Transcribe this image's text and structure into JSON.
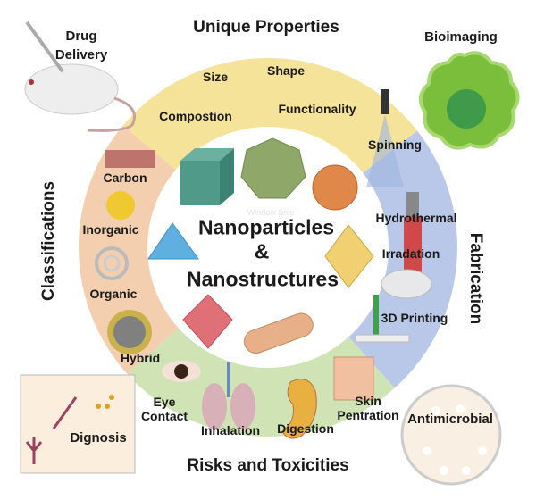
{
  "title": {
    "line1": "Nanoparticles",
    "line2": "&",
    "line3": "Nanostructures"
  },
  "sections": {
    "properties": {
      "heading": "Unique Properties",
      "color": "#f5e39a",
      "items": [
        "Size",
        "Shape",
        "Compostion",
        "Functionality"
      ]
    },
    "fabrication": {
      "heading": "Fabrication",
      "color": "#b9c8e8",
      "items": [
        "Spinning",
        "Hydrothermal",
        "Irradation",
        "3D Printing"
      ]
    },
    "risks": {
      "heading": "Risks and Toxicities",
      "color": "#cfe3b4",
      "items": [
        "Eye Contact",
        "Inhalation",
        "Digestion",
        "Skin Pentration"
      ]
    },
    "classifications": {
      "heading": "Classifications",
      "color": "#f3cfb0",
      "items": [
        "Carbon",
        "Inorganic",
        "Organic",
        "Hybrid"
      ]
    }
  },
  "applications": {
    "drug_delivery": "Drug Delivery",
    "bioimaging": "Bioimaging",
    "diagnosis": "Dignosis",
    "antimicrobial": "Antimicrobial"
  },
  "watermark": "Window Snip"
}
